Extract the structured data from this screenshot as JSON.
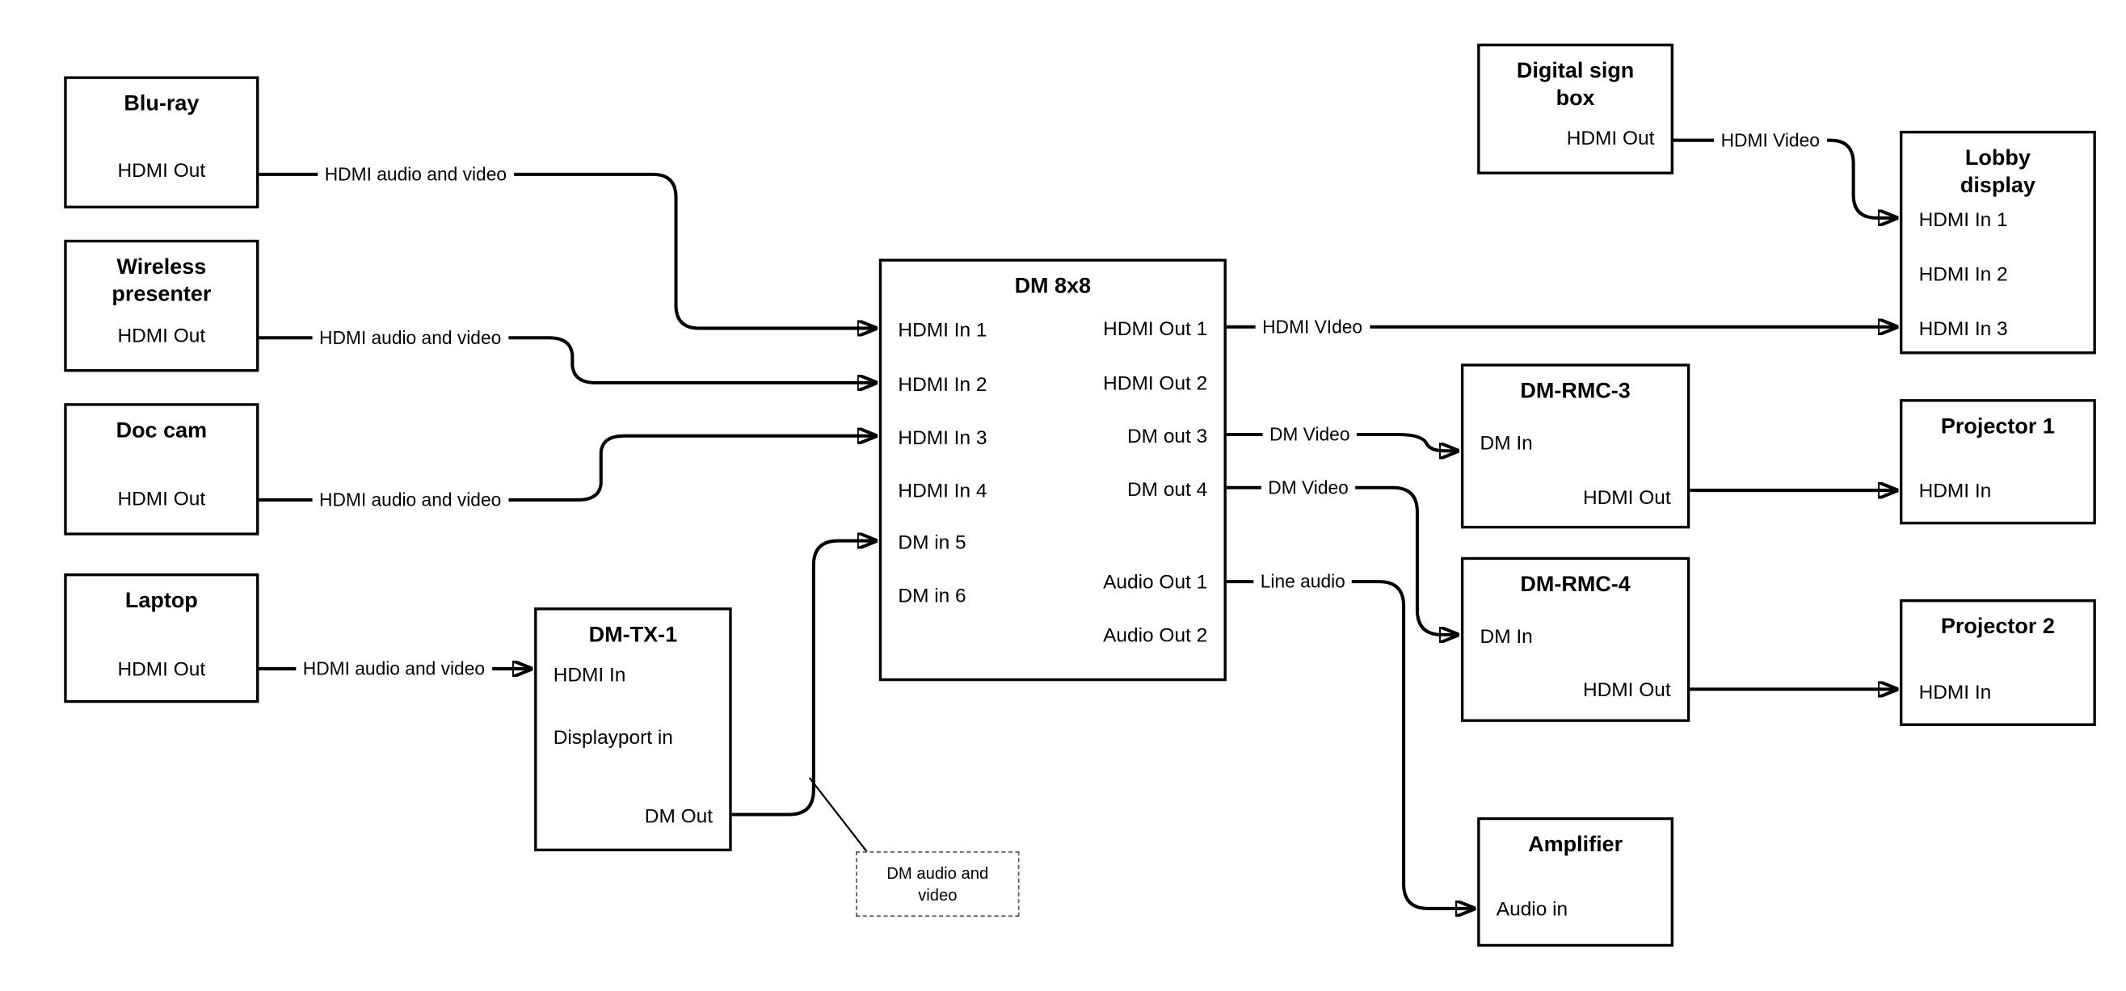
{
  "colors": {
    "background": "#ffffff",
    "line": "#000000",
    "box_border": "#000000",
    "text": "#000000"
  },
  "nodes": {
    "bluray": {
      "title": "Blu-ray",
      "hdmi_out": "HDMI Out"
    },
    "wireless_presenter": {
      "title": "Wireless\npresenter",
      "hdmi_out": "HDMI Out"
    },
    "doc_cam": {
      "title": "Doc cam",
      "hdmi_out": "HDMI Out"
    },
    "laptop": {
      "title": "Laptop",
      "hdmi_out": "HDMI Out"
    },
    "dm_tx1": {
      "title": "DM-TX-1",
      "hdmi_in": "HDMI In",
      "displayport_in": "Displayport in",
      "dm_out": "DM Out"
    },
    "dm8x8": {
      "title": "DM 8x8",
      "hdmi_in_1": "HDMI In 1",
      "hdmi_in_2": "HDMI In 2",
      "hdmi_in_3": "HDMI In 3",
      "hdmi_in_4": "HDMI In 4",
      "dm_in_5": "DM in 5",
      "dm_in_6": "DM in 6",
      "hdmi_out_1": "HDMI Out 1",
      "hdmi_out_2": "HDMI Out 2",
      "dm_out_3": "DM out 3",
      "dm_out_4": "DM out 4",
      "audio_out_1": "Audio Out 1",
      "audio_out_2": "Audio Out 2"
    },
    "digital_sign_box": {
      "title": "Digital sign\nbox",
      "hdmi_out": "HDMI Out"
    },
    "lobby_display": {
      "title": "Lobby\ndisplay",
      "hdmi_in_1": "HDMI In 1",
      "hdmi_in_2": "HDMI In 2",
      "hdmi_in_3": "HDMI In 3"
    },
    "dm_rmc_3": {
      "title": "DM-RMC-3",
      "dm_in": "DM In",
      "hdmi_out": "HDMI Out"
    },
    "projector_1": {
      "title": "Projector 1",
      "hdmi_in": "HDMI In"
    },
    "dm_rmc_4": {
      "title": "DM-RMC-4",
      "dm_in": "DM In",
      "hdmi_out": "HDMI Out"
    },
    "projector_2": {
      "title": "Projector 2",
      "hdmi_in": "HDMI In"
    },
    "amplifier": {
      "title": "Amplifier",
      "audio_in": "Audio in"
    }
  },
  "edge_labels": {
    "bluray_to_dm8x8": "HDMI audio and video",
    "wireless_to_dm8x8": "HDMI audio and video",
    "doccam_to_dm8x8": "HDMI audio and video",
    "laptop_to_dmtx1": "HDMI audio and video",
    "dm8x8_out1_to_lobby": "HDMI VIdeo",
    "sign_to_lobby": "HDMI Video",
    "dm8x8_out3_to_rmc3": "DM Video",
    "dm8x8_out4_to_rmc4": "DM Video",
    "dm8x8_audio1_to_amp": "Line audio",
    "annotation": "DM audio and\nvideo"
  }
}
